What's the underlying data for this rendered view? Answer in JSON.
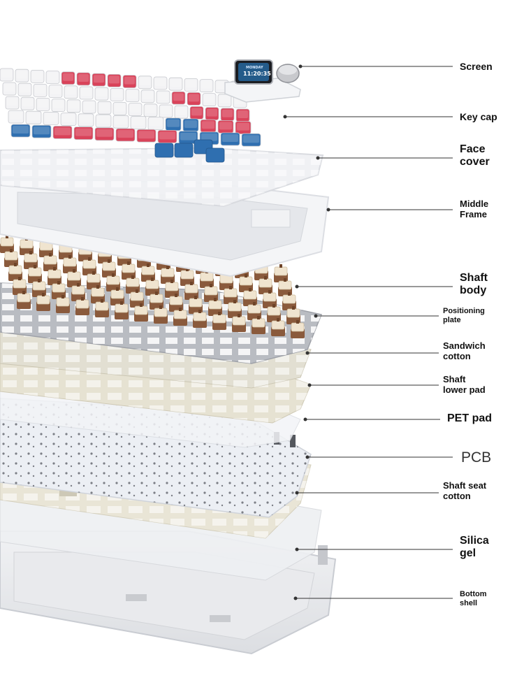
{
  "diagram": {
    "screen_module": {
      "top_text": "MONDAY",
      "time_text": "11:20:35"
    },
    "layers": [
      {
        "id": "screen",
        "lines": [
          "Screen"
        ]
      },
      {
        "id": "keycap",
        "lines": [
          "Key cap"
        ]
      },
      {
        "id": "face-cover",
        "lines": [
          "Face",
          "cover"
        ]
      },
      {
        "id": "middle-frame",
        "lines": [
          "Middle",
          "Frame"
        ]
      },
      {
        "id": "shaft-body",
        "lines": [
          "Shaft",
          "body"
        ]
      },
      {
        "id": "positioning-plate",
        "lines": [
          "Positioning",
          "plate"
        ]
      },
      {
        "id": "sandwich-cotton",
        "lines": [
          "Sandwich",
          "cotton"
        ]
      },
      {
        "id": "shaft-lower-pad",
        "lines": [
          "Shaft",
          "lower pad"
        ]
      },
      {
        "id": "pet-pad",
        "lines": [
          "PET pad"
        ]
      },
      {
        "id": "pcb",
        "lines": [
          "PCB"
        ]
      },
      {
        "id": "shaft-seat-cotton",
        "lines": [
          "Shaft seat",
          "cotton"
        ]
      },
      {
        "id": "silica-gel",
        "lines": [
          "Silica",
          "gel"
        ]
      },
      {
        "id": "bottom-shell",
        "lines": [
          "Bottom",
          "shell"
        ]
      }
    ]
  },
  "colors": {
    "label_text": "#111111",
    "leader_line": "#333333",
    "keycap_red": "#d9435a",
    "keycap_blue": "#2f6fb0",
    "keycap_white": "#f3f3f5",
    "switch_brown": "#8a5a3c",
    "switch_cream": "#f0e4cf",
    "plate_gray": "#b9bcc2",
    "cotton_beige": "#e8e4d6",
    "pcb_white": "#eceff4",
    "frame_white": "#f4f5f7"
  }
}
